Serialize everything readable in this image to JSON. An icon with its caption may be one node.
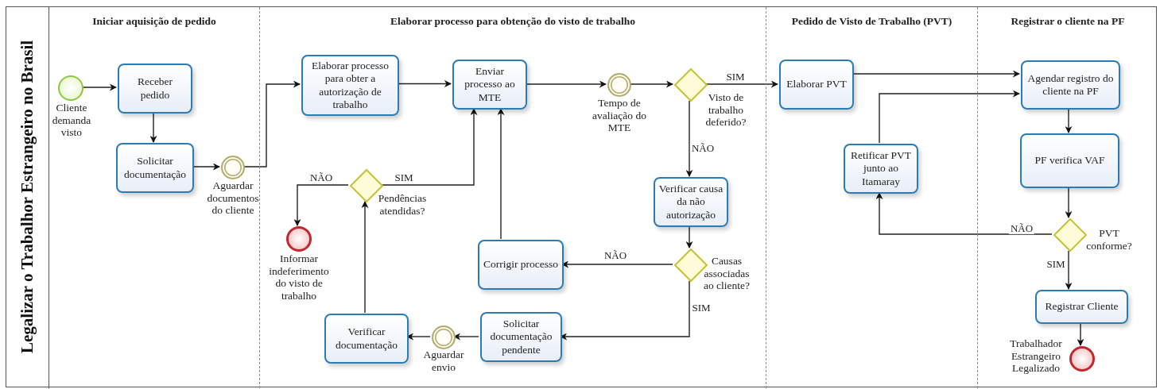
{
  "diagram": {
    "nodes": [
      {
        "text": [
          "Legalizar o Trabalhor Estrangeiro no Brasil"
        ]
      },
      {
        "text": [
          "Iniciar aquisição de pedido"
        ],
        "in": 0
      },
      {
        "text": [
          "Elaborar processo para obtenção do visto de trabalho"
        ],
        "in": 0
      },
      {
        "text": [
          "Pedido de Visto de Trabalho (PVT)"
        ],
        "in": 0
      },
      {
        "text": [
          "Registrar o cliente na PF"
        ],
        "in": 0
      },
      {
        "text": [],
        "shape": "circle",
        "beside": [
          "Cliente demanda visto"
        ],
        "in": 1
      },
      {
        "text": [
          "Receber pedido"
        ],
        "in": 1
      },
      {
        "text": [
          "Solicitar documentação"
        ],
        "in": 1
      },
      {
        "text": [],
        "shape": "circle",
        "beside": [
          "Aguardar documentos do cliente"
        ],
        "in": 1
      },
      {
        "text": [
          "Elaborar processo para obter a autorização de trabalho"
        ],
        "in": 2
      },
      {
        "text": [
          "Enviar processo ao MTE"
        ],
        "in": 2
      },
      {
        "text": [],
        "shape": "circle",
        "beside": [
          "Tempo de avaliação do MTE"
        ],
        "in": 2
      },
      {
        "text": [],
        "shape": "diamond",
        "beside": [
          "Visto de trabalho deferido?"
        ],
        "in": 2
      },
      {
        "text": [
          "Elaborar PVT"
        ],
        "in": 3
      },
      {
        "text": [
          "Agendar registro do cliente na PF"
        ],
        "in": 4
      },
      {
        "text": [
          "Retificar PVT junto ao Itamaray"
        ],
        "in": 3
      },
      {
        "text": [],
        "shape": "diamond",
        "beside": [
          "Pendências atendidas?"
        ],
        "in": 2
      },
      {
        "text": [],
        "shape": "circle",
        "beside": [
          "Informar indeferimento do visto de trabalho"
        ],
        "in": 2
      },
      {
        "text": [
          "Verificar causa da não autorização"
        ],
        "in": 2
      },
      {
        "text": [
          "PF verifica VAF"
        ],
        "in": 4
      },
      {
        "text": [],
        "shape": "diamond",
        "beside": [
          "PVT conforme?"
        ],
        "in": 4
      },
      {
        "text": [
          "Corrigir processo"
        ],
        "in": 2
      },
      {
        "text": [],
        "shape": "diamond",
        "beside": [
          "Causas associadas ao cliente?"
        ],
        "in": 2
      },
      {
        "text": [
          "Registrar Cliente"
        ],
        "in": 4
      },
      {
        "text": [
          "Verificar documentação"
        ],
        "in": 2
      },
      {
        "text": [],
        "shape": "circle",
        "beside": [
          "Aguardar envio"
        ],
        "in": 2
      },
      {
        "text": [
          "Solicitar documentação pendente"
        ],
        "in": 2
      },
      {
        "text": [],
        "shape": "circle",
        "beside": [
          "Trabalhador Estrangeiro Legalizado"
        ],
        "in": 4
      }
    ],
    "edges": [
      {
        "from": 5,
        "to": 6,
        "arrow": "to"
      },
      {
        "from": 6,
        "to": 7,
        "arrow": "to"
      },
      {
        "from": 7,
        "to": 8,
        "arrow": "to"
      },
      {
        "from": 8,
        "to": 9,
        "arrow": "to"
      },
      {
        "from": 9,
        "to": 10,
        "arrow": "to"
      },
      {
        "from": 10,
        "to": 11,
        "arrow": "to"
      },
      {
        "from": 11,
        "to": 12,
        "arrow": "to"
      },
      {
        "from": 12,
        "to": 13,
        "arrow": "to",
        "label": "SIM"
      },
      {
        "from": 12,
        "to": 18,
        "arrow": "to",
        "label": "NÃO"
      },
      {
        "from": 18,
        "to": 22,
        "arrow": "to"
      },
      {
        "from": 22,
        "to": 21,
        "arrow": "to",
        "label": "NÃO"
      },
      {
        "from": 22,
        "to": 26,
        "arrow": "to",
        "label": "SIM"
      },
      {
        "from": 21,
        "to": 10,
        "arrow": "to"
      },
      {
        "from": 26,
        "to": 25,
        "arrow": "to"
      },
      {
        "from": 25,
        "to": 24,
        "arrow": "to"
      },
      {
        "from": 24,
        "to": 16,
        "arrow": "to"
      },
      {
        "from": 16,
        "to": 10,
        "arrow": "to",
        "label": "SIM"
      },
      {
        "from": 16,
        "to": 17,
        "arrow": "to",
        "label": "NÃO"
      },
      {
        "from": 13,
        "to": 14,
        "arrow": "to"
      },
      {
        "from": 15,
        "to": 14,
        "arrow": "to"
      },
      {
        "from": 14,
        "to": 19,
        "arrow": "to"
      },
      {
        "from": 19,
        "to": 20,
        "arrow": "to"
      },
      {
        "from": 20,
        "to": 15,
        "arrow": "to",
        "label": "NÃO"
      },
      {
        "from": 20,
        "to": 23,
        "arrow": "to",
        "label": "SIM"
      },
      {
        "from": 23,
        "to": 27,
        "arrow": "to"
      }
    ]
  }
}
